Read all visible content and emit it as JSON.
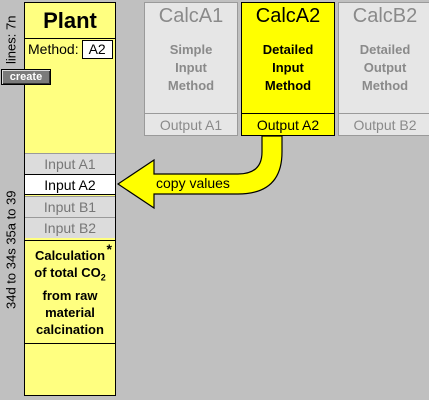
{
  "side_labels": {
    "top": "lines: 7n",
    "bottom": "34d to 34s   35a to 39"
  },
  "plant": {
    "title": "Plant",
    "method_label": "Method:",
    "method_value": "A2",
    "inputs": [
      "Input A1",
      "Input A2",
      "Input B1",
      "Input B2"
    ],
    "active_input_index": 1,
    "calc_lines": [
      "Calculation",
      "of total CO",
      "from raw",
      "material",
      "calcination"
    ],
    "co2_subscript": "2",
    "star": "*"
  },
  "create_button": "create",
  "calc_columns": [
    {
      "title": "CalcA1",
      "desc": [
        "Simple",
        "Input",
        "Method"
      ],
      "output": "Output A1",
      "active": false
    },
    {
      "title": "CalcA2",
      "desc": [
        "Detailed",
        "Input",
        "Method"
      ],
      "output": "Output A2",
      "active": true
    },
    {
      "title": "CalcB2",
      "desc": [
        "Detailed",
        "Output",
        "Method"
      ],
      "output": "Output B2",
      "active": false
    }
  ],
  "arrow_label": "copy values",
  "colors": {
    "plant_fill": "#ffff80",
    "active_fill": "#ffff00",
    "background": "#c0c0c0",
    "inactive_text": "#8a8a8a"
  }
}
